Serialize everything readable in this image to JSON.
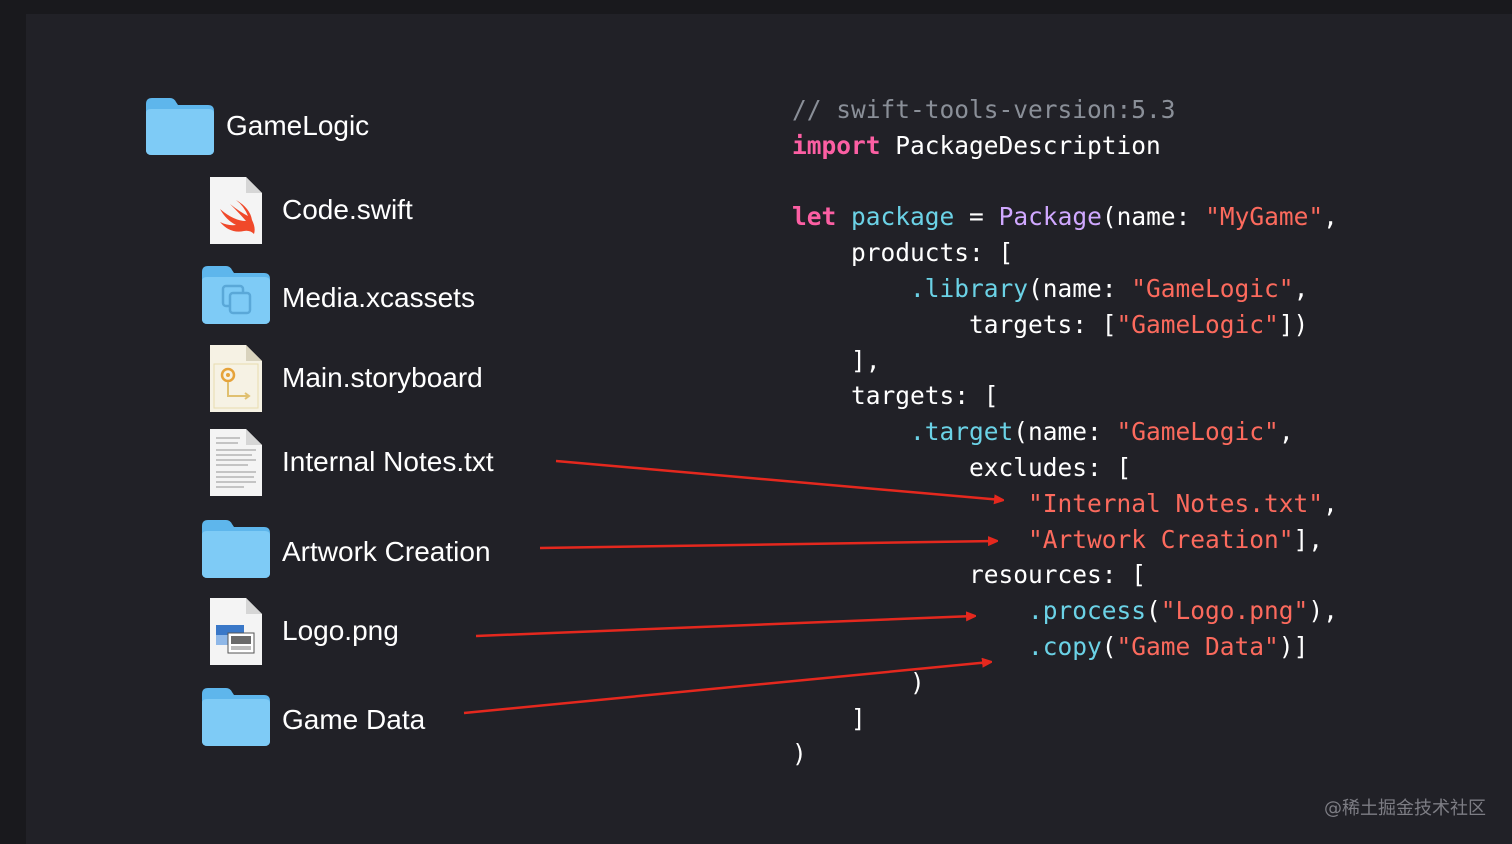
{
  "file_tree": {
    "root": {
      "name": "GameLogic",
      "icon": "folder-icon"
    },
    "items": [
      {
        "name": "Code.swift",
        "icon": "swift-file-icon"
      },
      {
        "name": "Media.xcassets",
        "icon": "asset-catalog-icon"
      },
      {
        "name": "Main.storyboard",
        "icon": "storyboard-file-icon"
      },
      {
        "name": "Internal Notes.txt",
        "icon": "text-file-icon"
      },
      {
        "name": "Artwork Creation",
        "icon": "folder-icon"
      },
      {
        "name": "Logo.png",
        "icon": "image-file-icon"
      },
      {
        "name": "Game Data",
        "icon": "folder-icon"
      }
    ]
  },
  "code": {
    "lines": [
      [
        {
          "t": "comment",
          "s": "// swift-tools-version:5.3"
        }
      ],
      [
        {
          "t": "keyword",
          "s": "import"
        },
        {
          "t": "plain",
          "s": " PackageDescription"
        }
      ],
      [
        {
          "t": "plain",
          "s": ""
        }
      ],
      [
        {
          "t": "keyword",
          "s": "let"
        },
        {
          "t": "plain",
          "s": " "
        },
        {
          "t": "ident",
          "s": "package"
        },
        {
          "t": "plain",
          "s": " = "
        },
        {
          "t": "type",
          "s": "Package"
        },
        {
          "t": "plain",
          "s": "(name: "
        },
        {
          "t": "string",
          "s": "\"MyGame\""
        },
        {
          "t": "plain",
          "s": ","
        }
      ],
      [
        {
          "t": "plain",
          "s": "    products: ["
        }
      ],
      [
        {
          "t": "plain",
          "s": "        "
        },
        {
          "t": "ident",
          "s": ".library"
        },
        {
          "t": "plain",
          "s": "(name: "
        },
        {
          "t": "string",
          "s": "\"GameLogic\""
        },
        {
          "t": "plain",
          "s": ","
        }
      ],
      [
        {
          "t": "plain",
          "s": "            targets: ["
        },
        {
          "t": "string",
          "s": "\"GameLogic\""
        },
        {
          "t": "plain",
          "s": "])"
        }
      ],
      [
        {
          "t": "plain",
          "s": "    ],"
        }
      ],
      [
        {
          "t": "plain",
          "s": "    targets: ["
        }
      ],
      [
        {
          "t": "plain",
          "s": "        "
        },
        {
          "t": "ident",
          "s": ".target"
        },
        {
          "t": "plain",
          "s": "(name: "
        },
        {
          "t": "string",
          "s": "\"GameLogic\""
        },
        {
          "t": "plain",
          "s": ","
        }
      ],
      [
        {
          "t": "plain",
          "s": "            excludes: ["
        }
      ],
      [
        {
          "t": "plain",
          "s": "                "
        },
        {
          "t": "string",
          "s": "\"Internal Notes.txt\""
        },
        {
          "t": "plain",
          "s": ","
        }
      ],
      [
        {
          "t": "plain",
          "s": "                "
        },
        {
          "t": "string",
          "s": "\"Artwork Creation\""
        },
        {
          "t": "plain",
          "s": "],"
        }
      ],
      [
        {
          "t": "plain",
          "s": "            resources: ["
        }
      ],
      [
        {
          "t": "plain",
          "s": "                "
        },
        {
          "t": "ident",
          "s": ".process"
        },
        {
          "t": "plain",
          "s": "("
        },
        {
          "t": "string",
          "s": "\"Logo.png\""
        },
        {
          "t": "plain",
          "s": "),"
        }
      ],
      [
        {
          "t": "plain",
          "s": "                "
        },
        {
          "t": "ident",
          "s": ".copy"
        },
        {
          "t": "plain",
          "s": "("
        },
        {
          "t": "string",
          "s": "\"Game Data\""
        },
        {
          "t": "plain",
          "s": ")]"
        }
      ],
      [
        {
          "t": "plain",
          "s": "        )"
        }
      ],
      [
        {
          "t": "plain",
          "s": "    ]"
        }
      ],
      [
        {
          "t": "plain",
          "s": ")"
        }
      ]
    ]
  },
  "arrows": [
    {
      "from": "Internal Notes.txt",
      "to": "\"Internal Notes.txt\""
    },
    {
      "from": "Artwork Creation",
      "to": "\"Artwork Creation\""
    },
    {
      "from": "Logo.png",
      "to": ".process(\"Logo.png\")"
    },
    {
      "from": "Game Data",
      "to": ".copy(\"Game Data\")"
    }
  ],
  "colors": {
    "background": "#212127",
    "folder": "#6cc0f3",
    "arrow": "#e5281e",
    "keyword": "#fc5fa3",
    "identifier": "#6bd2e6",
    "type": "#d0a8ff",
    "string": "#fc6a5d",
    "comment": "#8a8f98"
  },
  "watermark": "@稀土掘金技术社区"
}
